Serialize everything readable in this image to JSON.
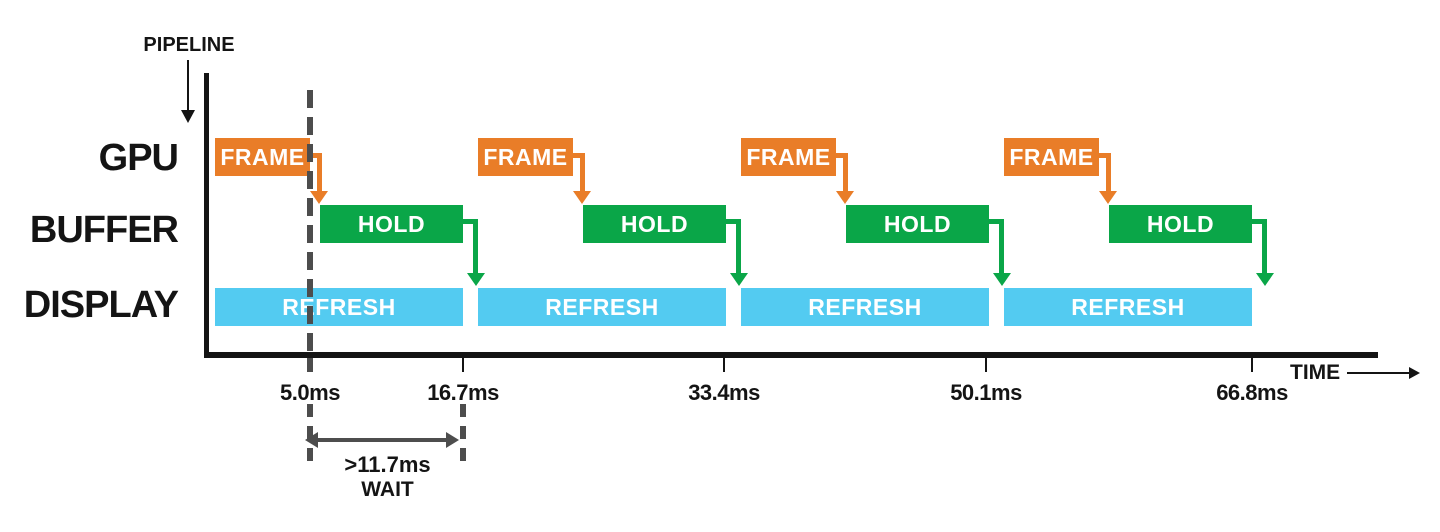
{
  "labels": {
    "pipeline": "PIPELINE",
    "time": "TIME"
  },
  "rows": [
    {
      "id": "gpu",
      "label": "GPU"
    },
    {
      "id": "buffer",
      "label": "BUFFER"
    },
    {
      "id": "display",
      "label": "DISPLAY"
    }
  ],
  "groups": [
    {
      "frame": "FRAME",
      "hold": "HOLD",
      "refresh": "REFRESH"
    },
    {
      "frame": "FRAME",
      "hold": "HOLD",
      "refresh": "REFRESH"
    },
    {
      "frame": "FRAME",
      "hold": "HOLD",
      "refresh": "REFRESH"
    },
    {
      "frame": "FRAME",
      "hold": "HOLD",
      "refresh": "REFRESH"
    }
  ],
  "axis": {
    "ticks": [
      "5.0ms",
      "16.7ms",
      "33.4ms",
      "50.1ms",
      "66.8ms"
    ]
  },
  "wait": {
    "duration": ">11.7ms",
    "label": "WAIT"
  },
  "colors": {
    "frame": "#E97D28",
    "hold": "#0AA648",
    "refresh": "#53CBF1",
    "axis": "#141414",
    "guides": "#4D4D4D"
  }
}
